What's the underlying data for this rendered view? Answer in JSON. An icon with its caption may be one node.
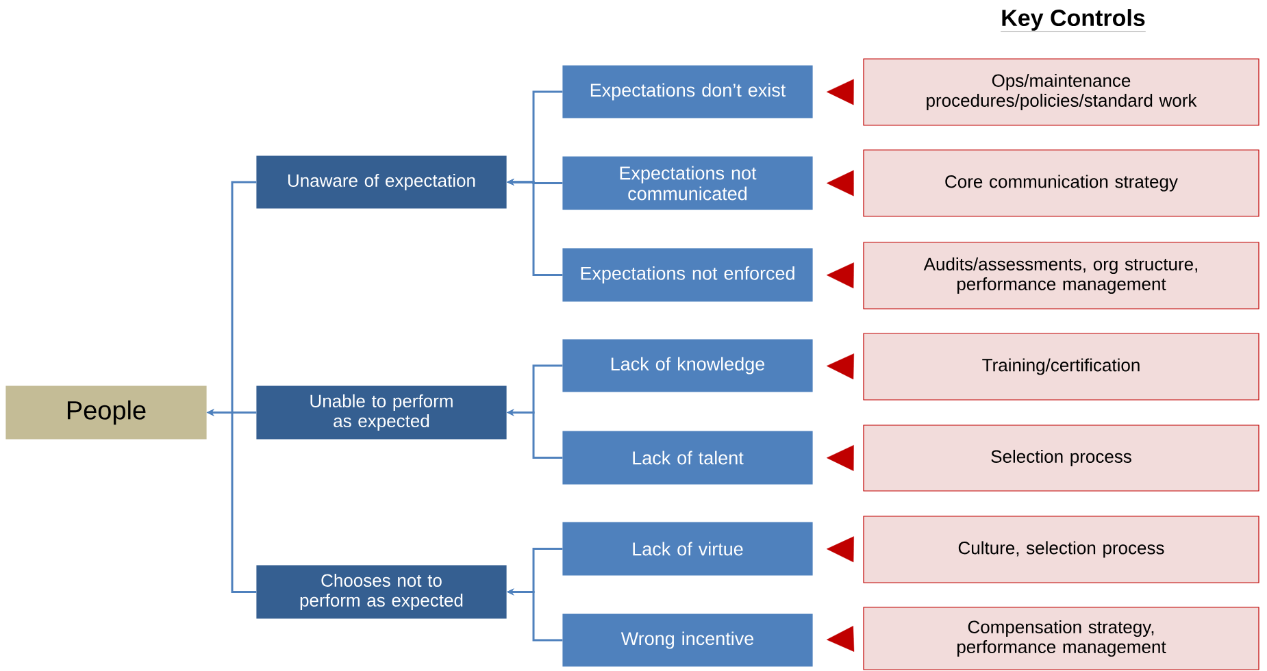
{
  "diagram": {
    "nodes": [
      {
        "text": [
          "People"
        ]
      },
      {
        "text": [
          "Unaware of expectation"
        ]
      },
      {
        "text": [
          "Expectations don’t exist"
        ]
      },
      {
        "text": [
          "Expectations not communicated"
        ]
      },
      {
        "text": [
          "Expectations not enforced"
        ]
      },
      {
        "text": [
          "Unable to perform as expected"
        ]
      },
      {
        "text": [
          "Lack of knowledge"
        ]
      },
      {
        "text": [
          "Lack of talent"
        ]
      },
      {
        "text": [
          "Chooses not to perform as expected"
        ]
      },
      {
        "text": [
          "Lack of virtue"
        ]
      },
      {
        "text": [
          "Wrong incentive"
        ]
      },
      {
        "text": [
          "Ops/maintenance procedures/policies/standard work"
        ]
      },
      {
        "text": [
          "Core communication strategy"
        ]
      },
      {
        "text": [
          "Audits/assessments, org structure, performance management"
        ]
      },
      {
        "text": [
          "Training/certification"
        ]
      },
      {
        "text": [
          "Selection process"
        ]
      },
      {
        "text": [
          "Culture, selection process"
        ]
      },
      {
        "text": [
          "Compensation strategy, performance management"
        ]
      }
    ],
    "edges": [
      {
        "from": 1,
        "to": 0,
        "arrow": "to"
      },
      {
        "from": 5,
        "to": 0,
        "arrow": "to"
      },
      {
        "from": 8,
        "to": 0,
        "arrow": "to"
      },
      {
        "from": 2,
        "to": 1,
        "arrow": "to"
      },
      {
        "from": 3,
        "to": 1,
        "arrow": "to"
      },
      {
        "from": 4,
        "to": 1,
        "arrow": "to"
      },
      {
        "from": 6,
        "to": 5,
        "arrow": "to"
      },
      {
        "from": 7,
        "to": 5,
        "arrow": "to"
      },
      {
        "from": 9,
        "to": 8,
        "arrow": "to"
      },
      {
        "from": 10,
        "to": 8,
        "arrow": "to"
      },
      {
        "from": 11,
        "to": 2,
        "arrow": "to",
        "color": "#c00000"
      },
      {
        "from": 12,
        "to": 3,
        "arrow": "to",
        "color": "#c00000"
      },
      {
        "from": 13,
        "to": 4,
        "arrow": "to",
        "color": "#c00000"
      },
      {
        "from": 14,
        "to": 6,
        "arrow": "to",
        "color": "#c00000"
      },
      {
        "from": 15,
        "to": 7,
        "arrow": "to",
        "color": "#c00000"
      },
      {
        "from": 16,
        "to": 9,
        "arrow": "to",
        "color": "#c00000"
      },
      {
        "from": 17,
        "to": 10,
        "arrow": "to",
        "color": "#c00000"
      }
    ],
    "labels": [
      "Key Controls"
    ]
  }
}
